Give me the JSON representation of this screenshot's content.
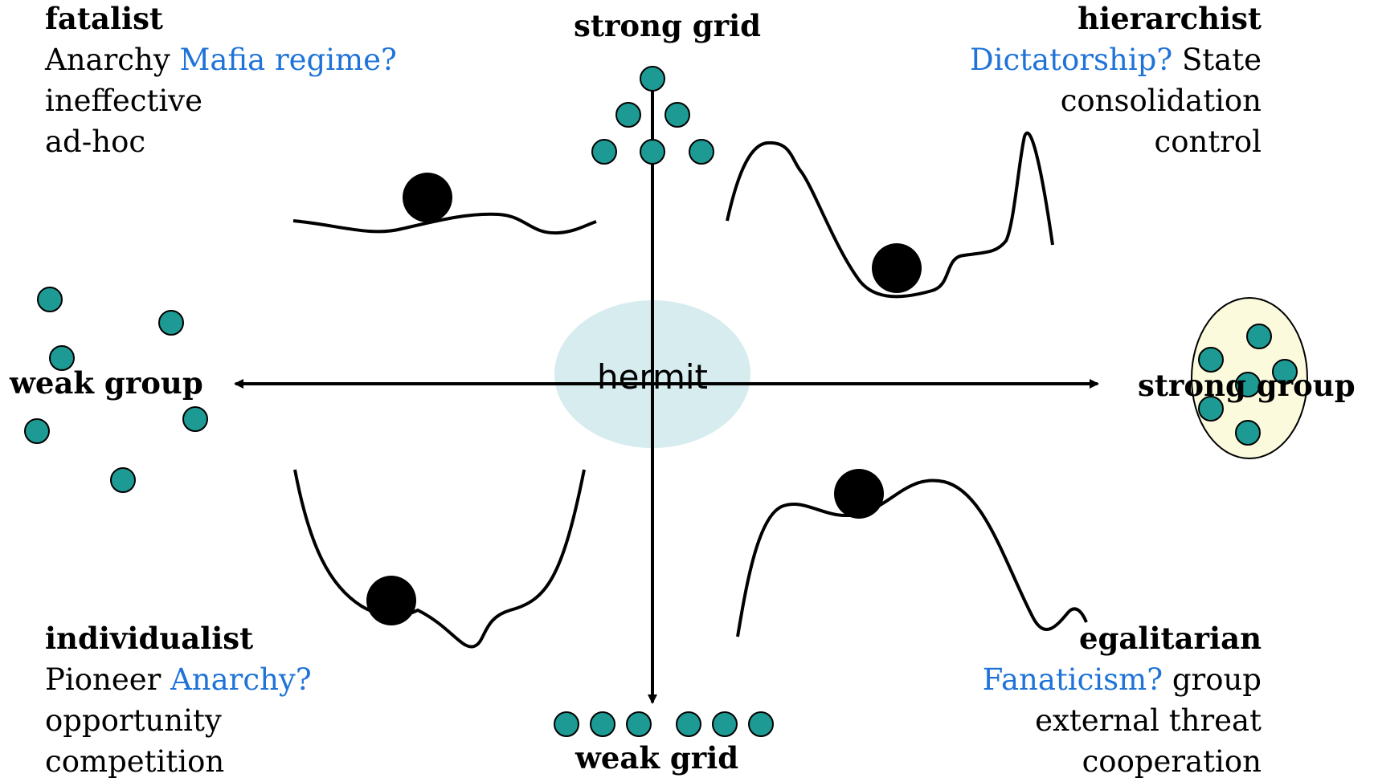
{
  "axes": {
    "top": "strong grid",
    "bottom": "weak grid",
    "left": "weak group",
    "right": "strong group"
  },
  "center": {
    "label": "hermit"
  },
  "quadrants": {
    "top_left": {
      "title": "fatalist",
      "line1_black": "Anarchy ",
      "line1_blue": "Mafia regime?",
      "line2": "ineffective",
      "line3": "ad-hoc"
    },
    "top_right": {
      "title": "hierarchist",
      "line1_blue": "Dictatorship?",
      "line1_black": " State",
      "line2": "consolidation",
      "line3": "control"
    },
    "bottom_left": {
      "title": "individualist",
      "line1_black": "Pioneer ",
      "line1_blue": "Anarchy?",
      "line2": "opportunity",
      "line3": "competition"
    },
    "bottom_right": {
      "title": "egalitarian",
      "line1_blue": "Fanaticism?",
      "line1_black": " group",
      "line2": "external threat",
      "line3": "cooperation"
    }
  },
  "colors": {
    "dot_fill": "#1e9a94",
    "hermit_fill": "#d6ecee",
    "group_fill": "#fbfadc",
    "blue_text": "#1f73d8"
  }
}
